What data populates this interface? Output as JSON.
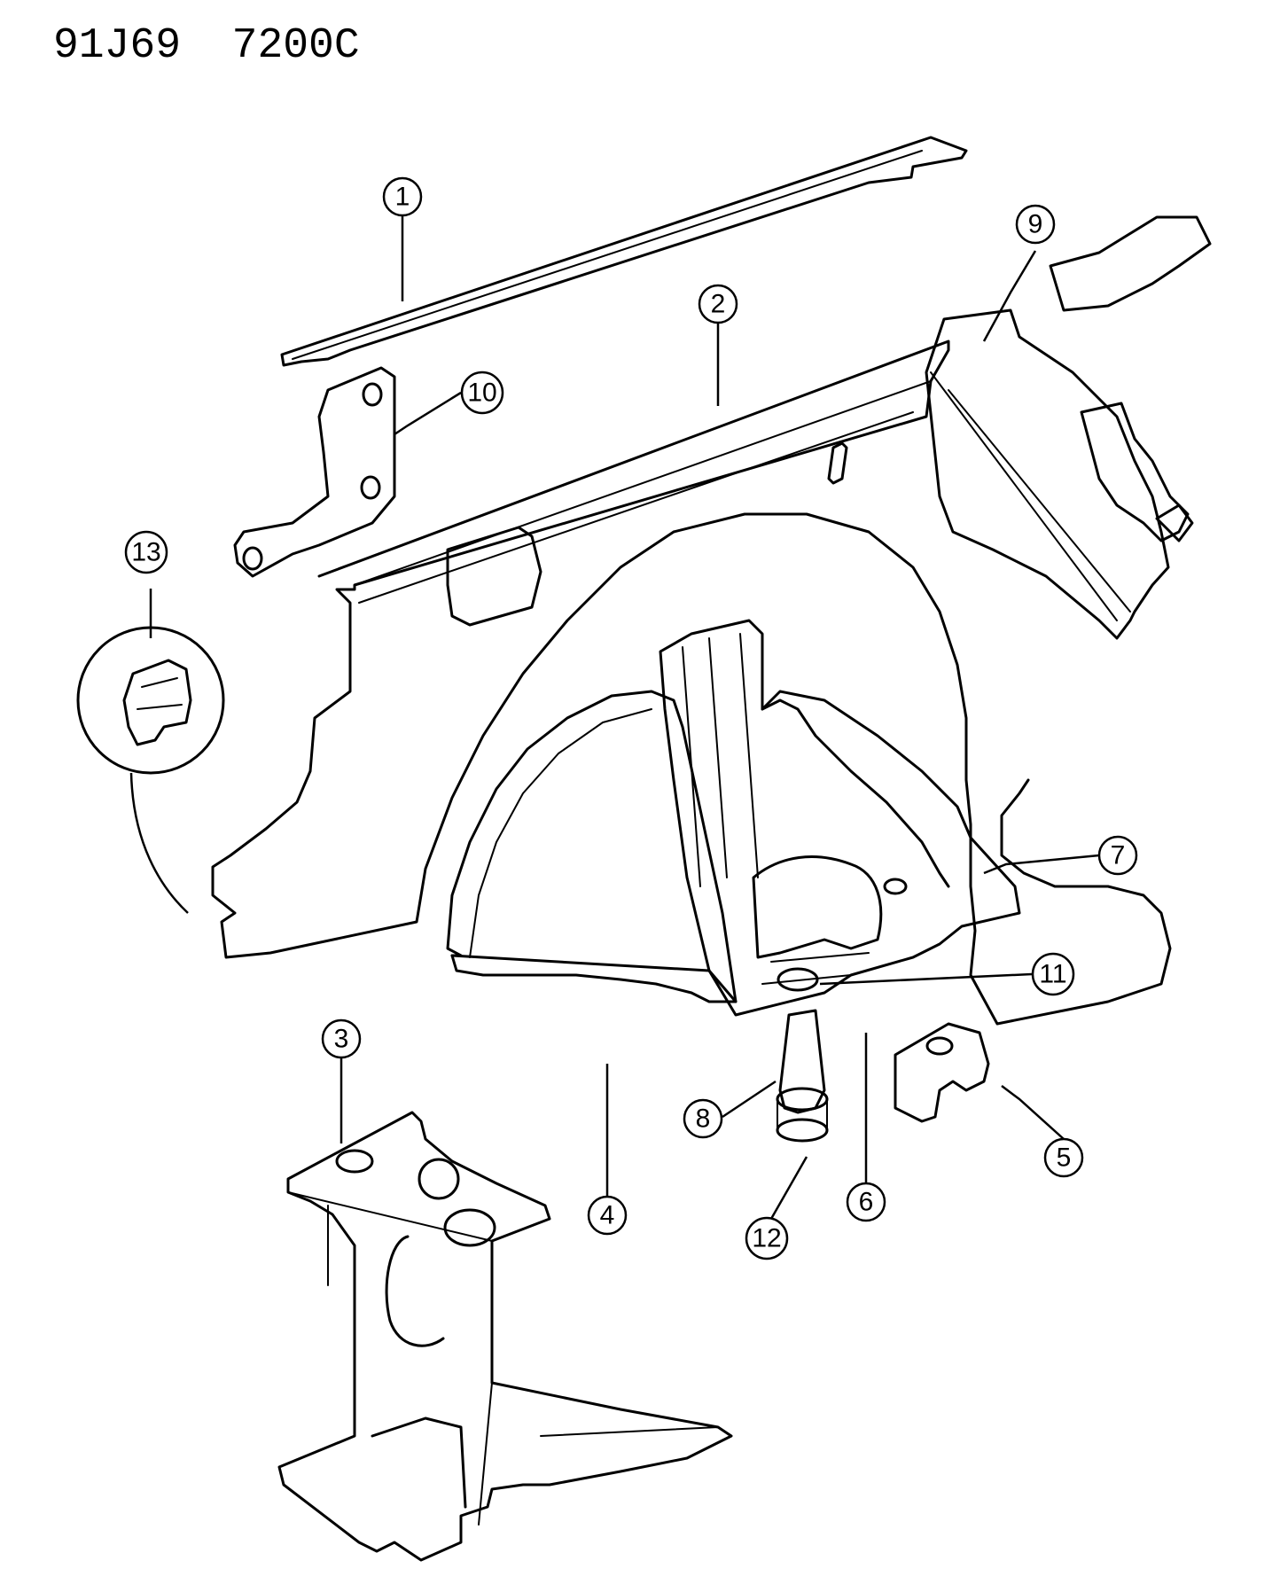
{
  "diagram": {
    "reference_code": "91J69  7200C",
    "callouts": [
      {
        "id": "1",
        "label": "1"
      },
      {
        "id": "2",
        "label": "2"
      },
      {
        "id": "3",
        "label": "3"
      },
      {
        "id": "4",
        "label": "4"
      },
      {
        "id": "5",
        "label": "5"
      },
      {
        "id": "6",
        "label": "6"
      },
      {
        "id": "7",
        "label": "7"
      },
      {
        "id": "8",
        "label": "8"
      },
      {
        "id": "9",
        "label": "9"
      },
      {
        "id": "10",
        "label": "10"
      },
      {
        "id": "11",
        "label": "11"
      },
      {
        "id": "12",
        "label": "12"
      },
      {
        "id": "13",
        "label": "13"
      }
    ]
  }
}
